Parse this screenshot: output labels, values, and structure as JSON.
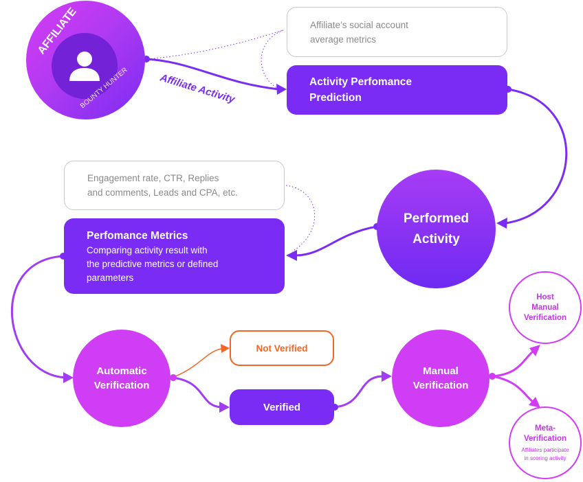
{
  "affiliate": {
    "title": "AFFILIATE",
    "subtitle": "BOUNTY HUNTER",
    "icon": "user-icon"
  },
  "arrow_label": "Affiliate Activity",
  "notes": {
    "social_metrics": [
      "Affiliate’s social account",
      "average metrics"
    ],
    "engagement": [
      "Engagement rate, CTR, Replies",
      "and comments, Leads and CPA, etc."
    ]
  },
  "activity_prediction": [
    "Activity Perfomance",
    "Prediction"
  ],
  "performed_activity": [
    "Performed",
    "Activity"
  ],
  "performance_metrics": {
    "title": "Perfomance Metrics",
    "lines": [
      "Comparing activity result with",
      "the predictive metrics or defined",
      "parameters"
    ]
  },
  "automatic_verification": [
    "Automatic",
    "Verification"
  ],
  "not_verified": "Not Verified",
  "verified": "Verified",
  "manual_verification": [
    "Manual",
    "Verification"
  ],
  "host_manual_verification": [
    "Host",
    "Manual",
    "Verification"
  ],
  "meta_verification": {
    "title": [
      "Meta-",
      "Verification"
    ],
    "desc": [
      "Affiliates participate",
      "in scoring activity"
    ]
  },
  "colors": {
    "purple": "#7a2cf5",
    "magenta": "#d13cf5",
    "orange": "#f26522",
    "grey_border": "#c9c9c9",
    "grey_text": "#8a8a8a"
  }
}
